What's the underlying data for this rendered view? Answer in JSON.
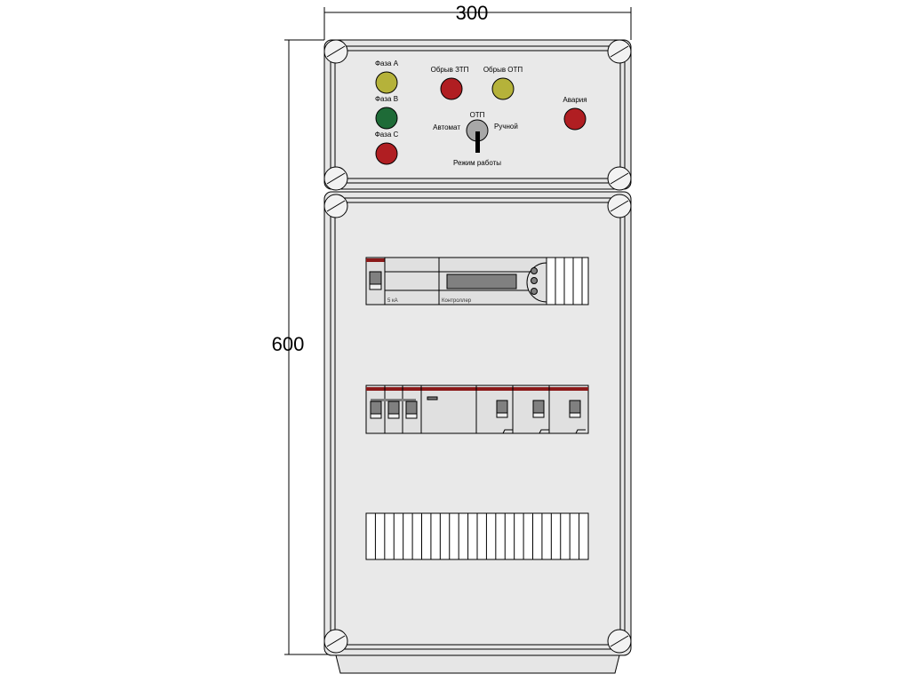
{
  "dimensions": {
    "width": "300",
    "height": "600"
  },
  "control_panel": {
    "indicators": [
      {
        "label": "Фаза А",
        "color": "#b5b23a"
      },
      {
        "label": "Фаза В",
        "color": "#1e6b37"
      },
      {
        "label": "Фаза С",
        "color": "#b01e22"
      },
      {
        "label": "Обрыв ЗТП",
        "color": "#b01e22"
      },
      {
        "label": "Обрыв ОТП",
        "color": "#b5b23a"
      },
      {
        "label": "Авария",
        "color": "#b01e22"
      }
    ],
    "switch": {
      "top": "ОТП",
      "left": "Автомат",
      "right": "Ручной",
      "bottom": "Режим работы"
    }
  },
  "devices": {
    "row1": {
      "breaker_label": "5 кА",
      "controller_label": "Контроллер"
    }
  },
  "colors": {
    "panel": "#e6e6e6",
    "accent": "#8b1a1a",
    "display": "#808080"
  }
}
